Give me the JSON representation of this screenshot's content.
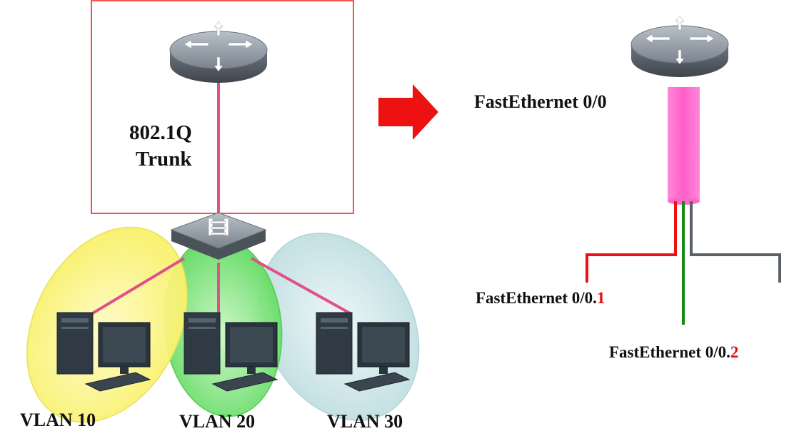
{
  "left_panel": {
    "trunk_label_line1": "802.1Q",
    "trunk_label_line2": "Trunk",
    "vlans": [
      {
        "label": "VLAN 10",
        "color": "#f8f870"
      },
      {
        "label": "VLAN 20",
        "color": "#6fe06f"
      },
      {
        "label": "VLAN 30",
        "color": "#c4e2e4"
      }
    ],
    "highlight_box_color": "#ee1c1c",
    "trunk_link_color": "#e0508a"
  },
  "arrow_color": "#ee1111",
  "right_panel": {
    "physical_interface": "FastEthernet 0/0",
    "sub_interfaces": [
      {
        "base": "FastEthernet 0/0.",
        "suffix": "1",
        "line_color": "#ee1111"
      },
      {
        "base": "FastEthernet 0/0.",
        "suffix": "2",
        "line_color": "#138a13"
      },
      {
        "line_color": "#5a6068"
      }
    ],
    "trunk_pipe_color": "#ff66cc"
  }
}
